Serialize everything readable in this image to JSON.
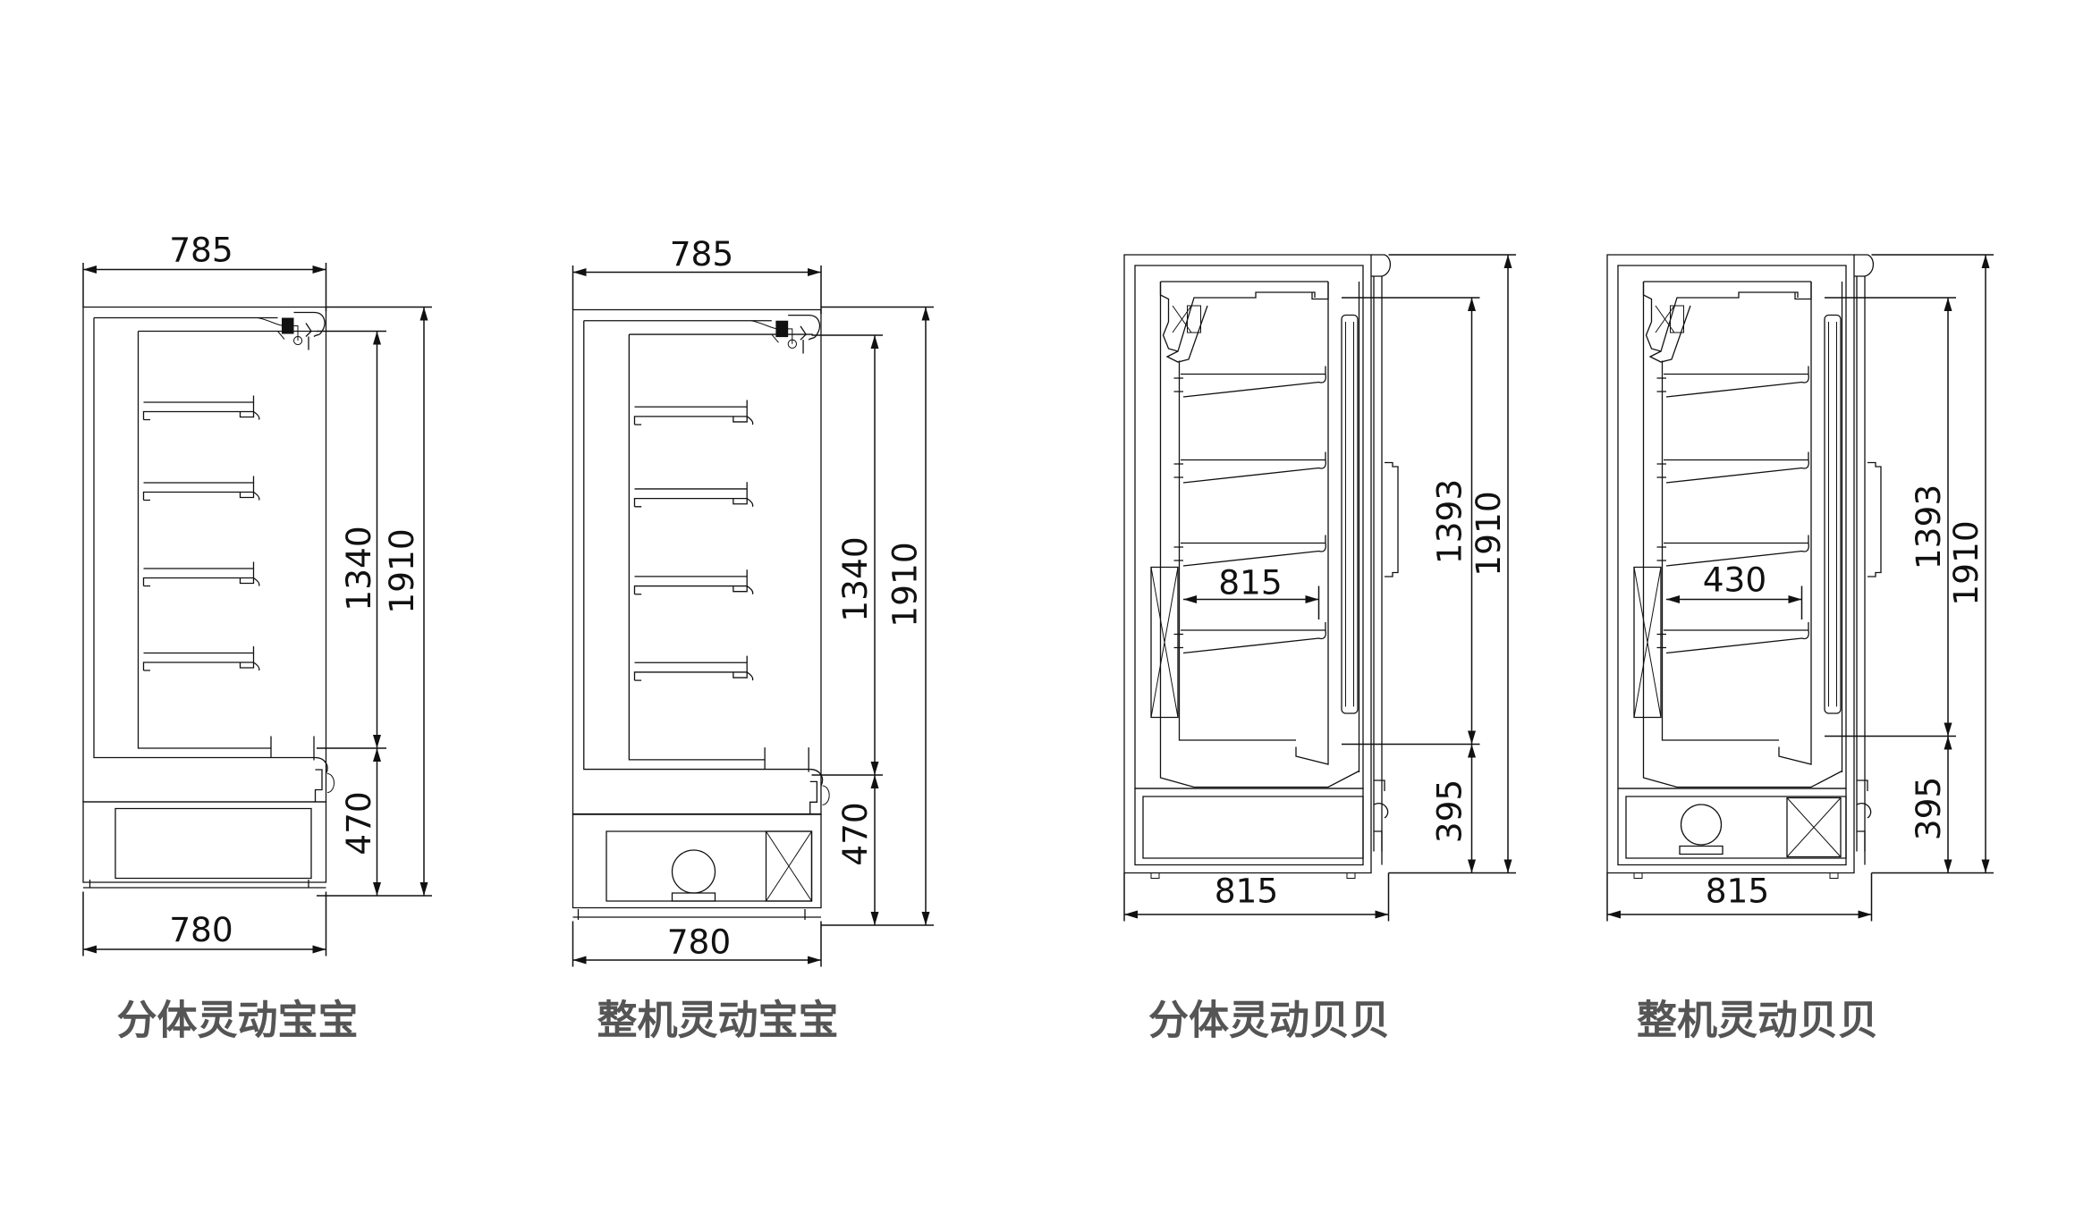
{
  "models": [
    {
      "caption": "分体灵动宝宝",
      "top_width": "785",
      "bottom_width": "780",
      "display_height": "1340",
      "base_height": "470",
      "total_height": "1910"
    },
    {
      "caption": "整机灵动宝宝",
      "top_width": "785",
      "bottom_width": "780",
      "display_height": "1340",
      "base_height": "470",
      "total_height": "1910"
    },
    {
      "caption": "分体灵动贝贝",
      "inner_width": "815",
      "bottom_width": "815",
      "display_height": "1393",
      "base_height": "395",
      "total_height": "1910"
    },
    {
      "caption": "整机灵动贝贝",
      "inner_width": "430",
      "bottom_width": "815",
      "display_height": "1393",
      "base_height": "395",
      "total_height": "1910"
    }
  ]
}
